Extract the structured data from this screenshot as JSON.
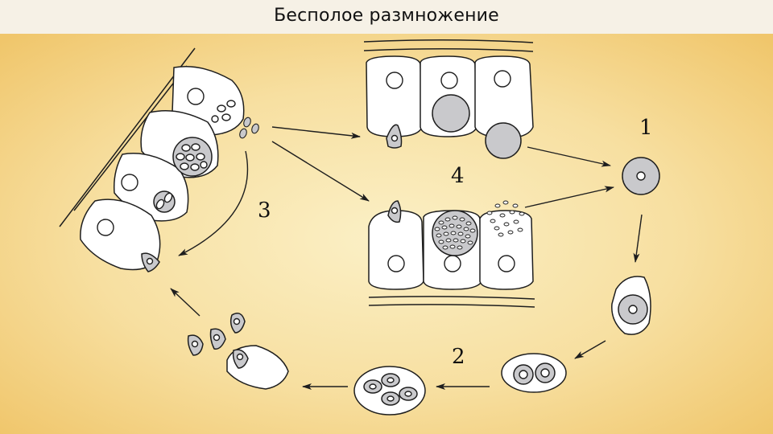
{
  "slide": {
    "title": "Бесполое размножение"
  },
  "diagram": {
    "labels": [
      "1",
      "2",
      "3",
      "4"
    ],
    "colors": {
      "background": "#f7dfa0",
      "title_bar": "#f6f1e6",
      "stage_fill": "#c9c9cc",
      "cell_fill": "#ffffff",
      "outline": "#1e1e1e"
    }
  }
}
